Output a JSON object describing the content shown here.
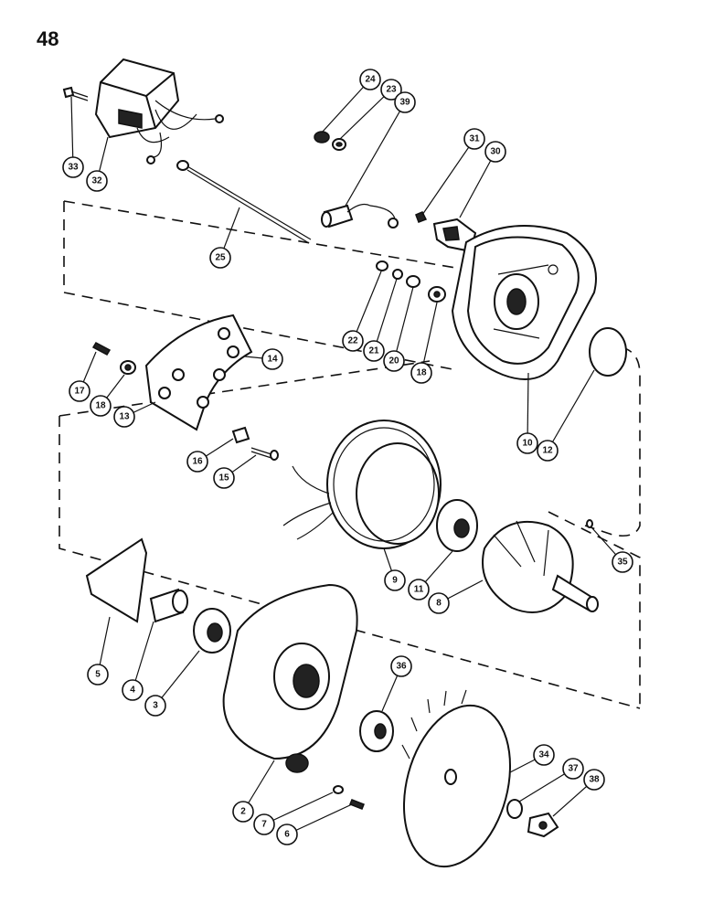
{
  "page": {
    "number": "48"
  },
  "callouts": [
    "2",
    "3",
    "4",
    "5",
    "6",
    "7",
    "8",
    "9",
    "10",
    "11",
    "12",
    "13",
    "14",
    "15",
    "16",
    "17",
    "18",
    "18",
    "20",
    "21",
    "22",
    "23",
    "24",
    "25",
    "30",
    "31",
    "32",
    "33",
    "34",
    "35",
    "36",
    "37",
    "38",
    "39"
  ],
  "colors": {
    "ink": "#111111",
    "paper": "#ffffff"
  }
}
